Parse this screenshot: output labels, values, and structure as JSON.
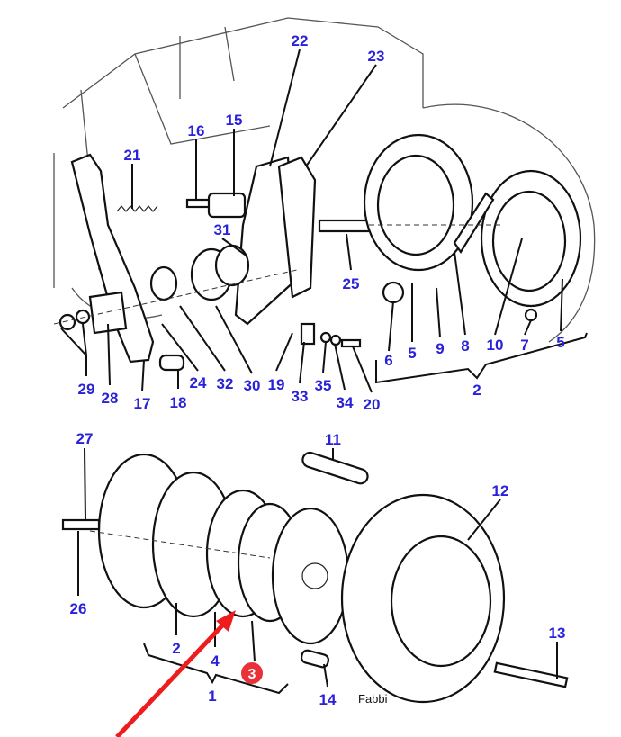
{
  "diagram": {
    "callouts": [
      "22",
      "23",
      "15",
      "16",
      "21",
      "31",
      "25",
      "6",
      "5",
      "9",
      "8",
      "10",
      "7",
      "5",
      "2",
      "29",
      "28",
      "17",
      "18",
      "24",
      "32",
      "30",
      "19",
      "33",
      "35",
      "34",
      "20",
      "27",
      "11",
      "12",
      "26",
      "13",
      "2",
      "4",
      "1",
      "14"
    ],
    "highlighted_callout": "3",
    "watermark": "Fabbi",
    "colors": {
      "label": "#2a22d8",
      "highlight": "#e8323a",
      "arrow": "#ee1c1c",
      "line": "#111111"
    }
  }
}
